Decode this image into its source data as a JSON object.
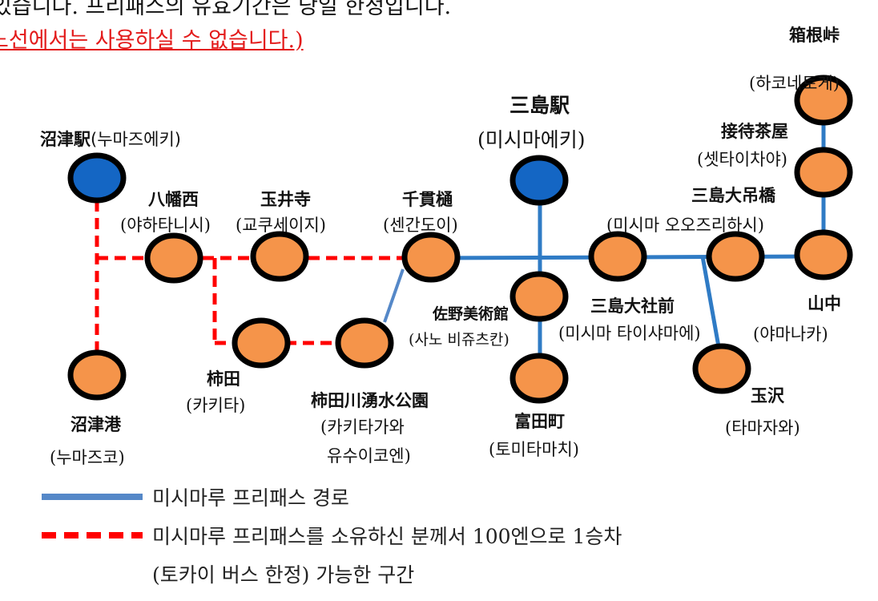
{
  "header": {
    "line1": "있습니다. 프리패스의 유효기간은 당일 한정입니다.",
    "line2": "노선에서는 사용하실 수 없습니다.)"
  },
  "colors": {
    "route": "#2f7bc5",
    "discount": "#ff0000",
    "station": "#f5944a",
    "terminal": "#1466c4",
    "outline": "#000000",
    "note_red": "#e31b1b"
  },
  "stations": {
    "numazu_eki": {
      "ja": "沼津駅",
      "ko": "(누마즈에키)"
    },
    "numazu_ko": {
      "ja": "沼津港",
      "ko": "(누마즈코)"
    },
    "yahatanishi": {
      "ja": "八幡西",
      "ko": "(야하타니시)"
    },
    "gyokuseiji": {
      "ja": "玉井寺",
      "ko": "(교쿠세이지)"
    },
    "sendoi": {
      "ja": "千貫樋",
      "ko": "(센간도이)"
    },
    "kakita": {
      "ja": "柿田",
      "ko": "(카키타)"
    },
    "kakitagawa": {
      "ja": "柿田川湧水公園",
      "ko1": "(카키타가와",
      "ko2": "유수이코엔)"
    },
    "mishima_eki": {
      "ja": "三島駅",
      "ko": "(미시마에키)"
    },
    "sano": {
      "ja": "佐野美術館",
      "ko": "(사노 비쥬츠칸)"
    },
    "tomitacho": {
      "ja": "富田町",
      "ko": "(토미타마치)"
    },
    "taishamae": {
      "ja": "三島大社前",
      "ko": "(미시마 타이샤마에)"
    },
    "otsuribashi": {
      "ja": "三島大吊橋",
      "ko": "(미시마 오오즈리하시)"
    },
    "tamazawa": {
      "ja": "玉沢",
      "ko": "(타마자와)"
    },
    "yamanaka": {
      "ja": "山中",
      "ko": "(야마나카)"
    },
    "settaichaya": {
      "ja": "接待茶屋",
      "ko": "(셋타이차야)"
    },
    "hakonetoge": {
      "ja": "箱根峠",
      "ko": "(하코네토게)"
    }
  },
  "legend": {
    "route_label": "미시마루 프리패스 경로",
    "discount_label_line1": "미시마루 프리패스를 소유하신 분께서 100엔으로 1승차",
    "discount_label_line2": "(토카이 버스 한정) 가능한 구간"
  }
}
